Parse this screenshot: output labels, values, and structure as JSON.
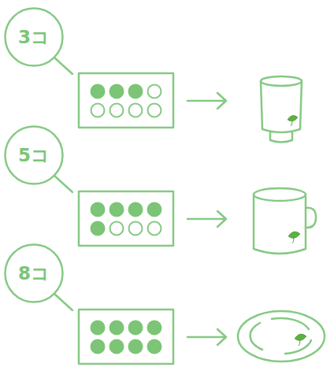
{
  "diagram": {
    "nodes": [
      {
        "text": [
          "3コ"
        ]
      },
      {
        "text": [
          "5コ"
        ]
      },
      {
        "text": [
          "8コ"
        ]
      }
    ]
  }
}
